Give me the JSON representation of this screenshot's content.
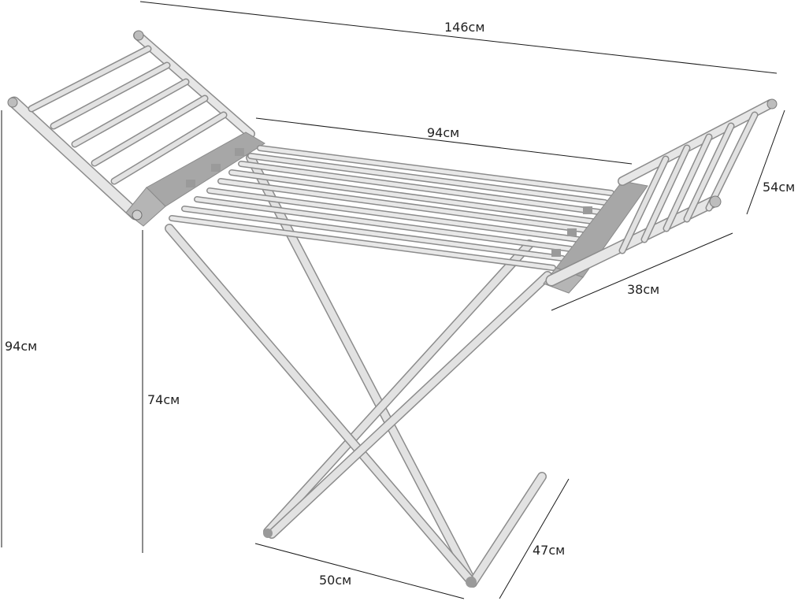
{
  "dimensions": {
    "total_width": "146см",
    "inner_rail_length": "94см",
    "wing_width": "54см",
    "frame_depth": "38см",
    "total_height": "94см",
    "top_height": "74см",
    "leg_depth": "47см",
    "base_width": "50см"
  },
  "colors": {
    "rod_fill": "#e2e2e2",
    "rod_stroke": "#8c8c8c",
    "panel_fill": "#a7a7a7",
    "dimension_line": "#1a1a1a",
    "label_text": "#222222"
  }
}
